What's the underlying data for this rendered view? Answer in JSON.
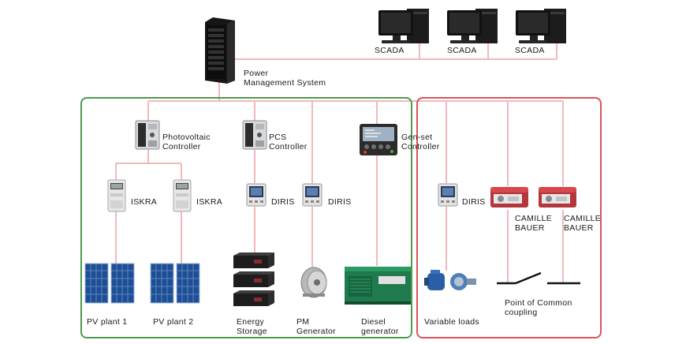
{
  "top": {
    "pms_label": "Power\nManagement System",
    "scada": [
      "SCADA",
      "SCADA",
      "SCADA"
    ]
  },
  "controllers": {
    "pv": "Photovoltaic\nController",
    "pcs": "PCS\nController",
    "genset": "Gen-set\nController"
  },
  "meters": {
    "iskra1": "ISKRA",
    "iskra2": "ISKRA",
    "diris1": "DIRIS",
    "diris2": "DIRIS",
    "diris3": "DIRIS",
    "camille1": "CAMILLE\nBAUER",
    "camille2": "CAMILLE\nBAUER"
  },
  "assets": {
    "pv1": "PV plant 1",
    "pv2": "PV plant 2",
    "storage": "Energy\nStorage",
    "pm_gen": "PM\nGenerator",
    "diesel": "Diesel\ngenerator",
    "loads": "Variable loads",
    "pcc": "Point of Common\ncoupling"
  },
  "colors": {
    "line": "#f2b8bc",
    "green_box": "#4c9a4c",
    "red_box": "#d8555a"
  }
}
